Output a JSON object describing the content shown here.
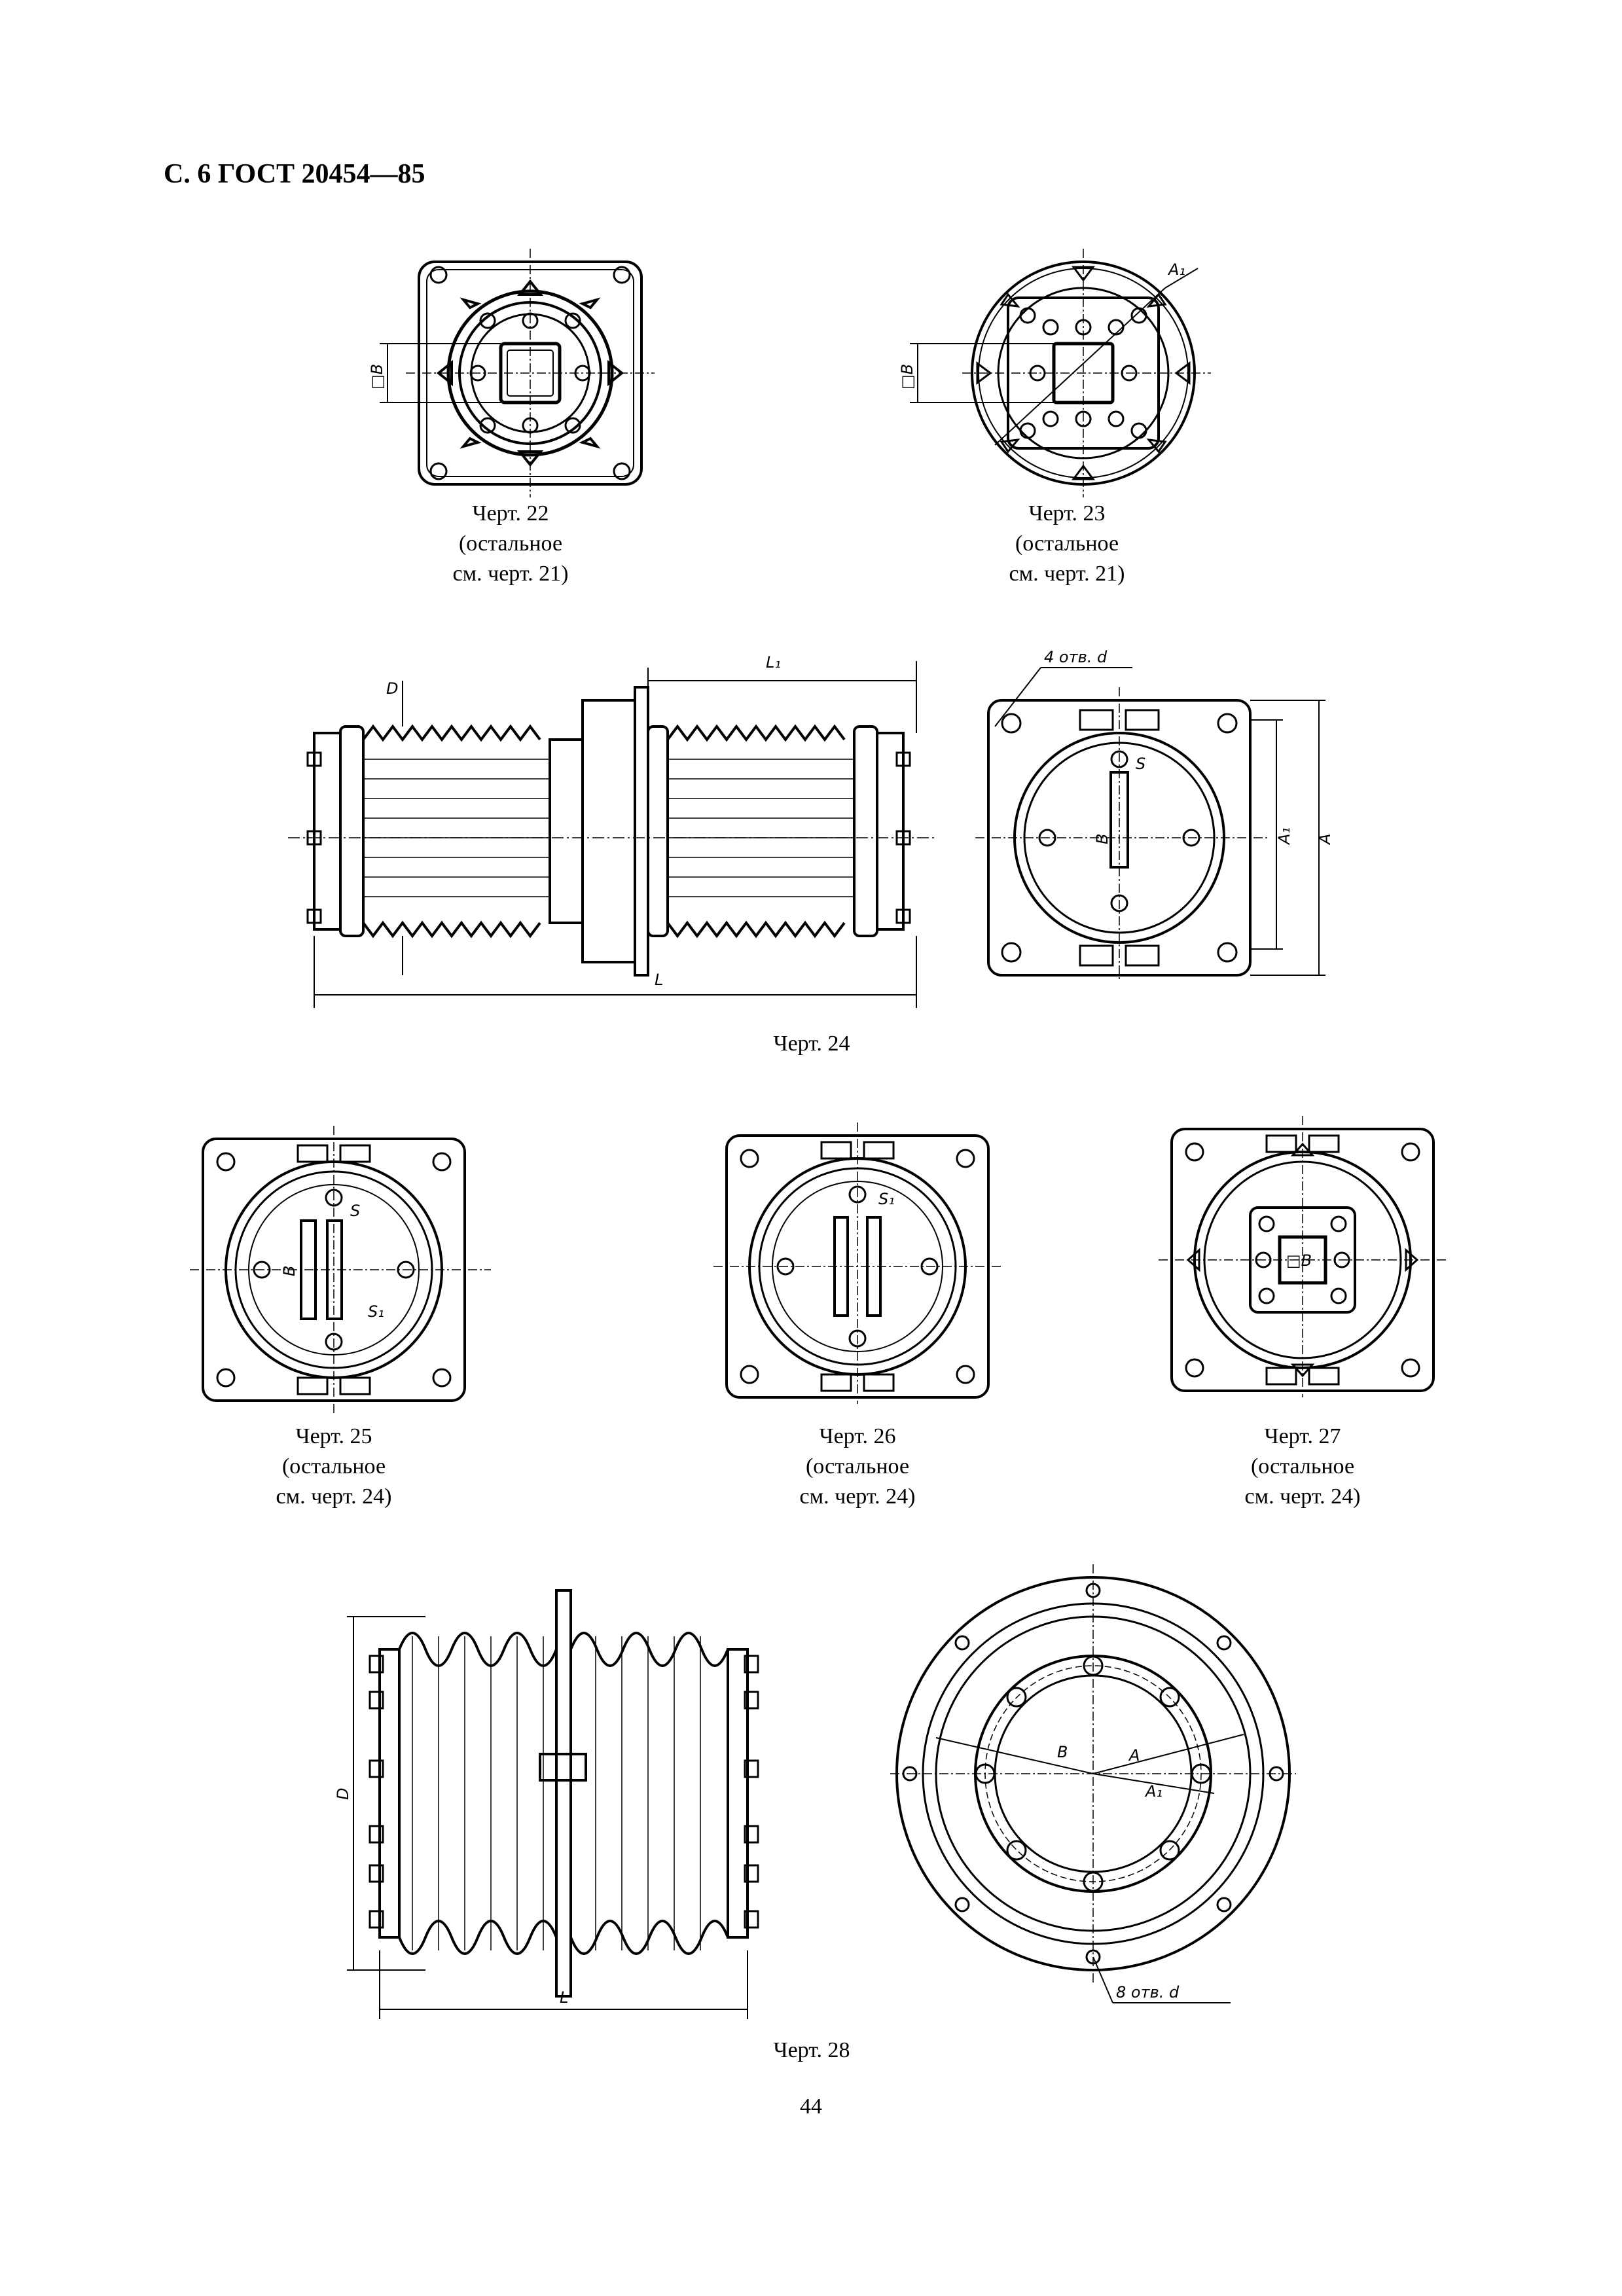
{
  "header": "С. 6 ГОСТ 20454—85",
  "figures": {
    "f22": {
      "title": "Черт. 22",
      "note1": "(остальное",
      "note2": "см. черт. 21)",
      "lbl_b": "□В"
    },
    "f23": {
      "title": "Черт. 23",
      "note1": "(остальное",
      "note2": "см. черт. 21)",
      "lbl_b": "□В",
      "lbl_a1": "A₁"
    },
    "f24": {
      "title": "Черт. 24",
      "lbl_d": "D",
      "lbl_l1": "L₁",
      "lbl_l": "L",
      "lbl_holes": "4 отв. d",
      "lbl_s": "S",
      "lbl_b": "B",
      "lbl_a1": "A₁",
      "lbl_a": "A"
    },
    "f25": {
      "title": "Черт. 25",
      "note1": "(остальное",
      "note2": "см. черт. 24)",
      "lbl_s": "S",
      "lbl_b": "B",
      "lbl_s1": "S₁"
    },
    "f26": {
      "title": "Черт. 26",
      "note1": "(остальное",
      "note2": "см. черт. 24)",
      "lbl_s1": "S₁"
    },
    "f27": {
      "title": "Черт. 27",
      "note1": "(остальное",
      "note2": "см. черт. 24)",
      "lbl_b": "□В"
    },
    "f28": {
      "title": "Черт. 28",
      "lbl_d": "D",
      "lbl_l": "L",
      "lbl_b": "B",
      "lbl_a": "A",
      "lbl_a1": "A₁",
      "lbl_holes": "8 отв. d"
    }
  },
  "page_number": "44"
}
